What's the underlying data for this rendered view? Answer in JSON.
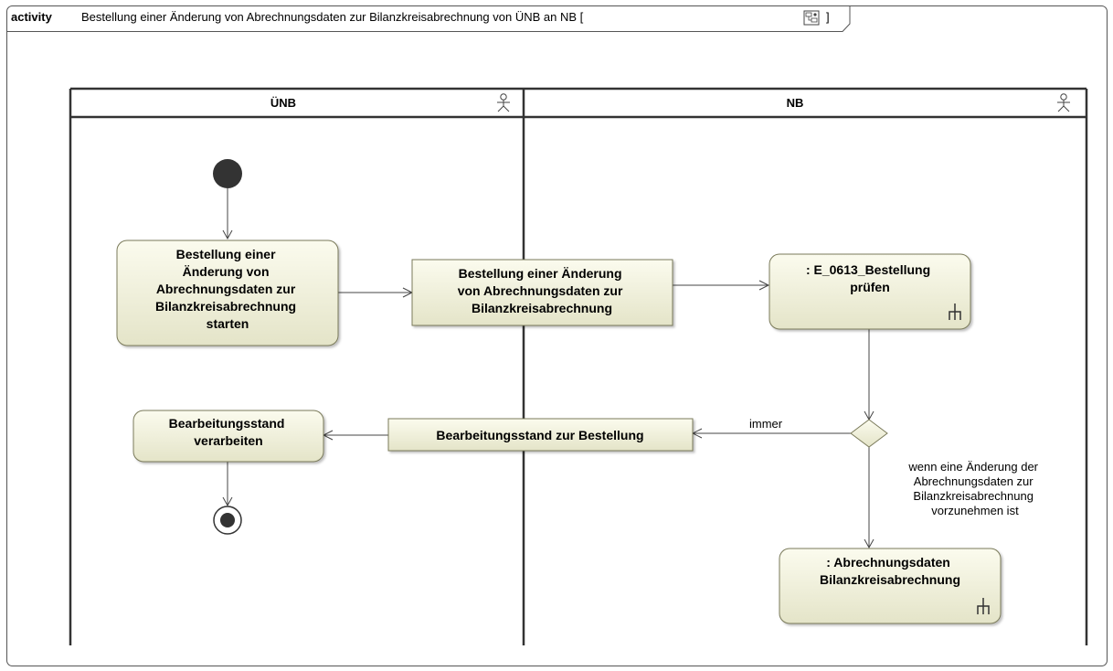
{
  "frame": {
    "keyword": "activity",
    "title": "Bestellung einer Änderung von Abrechnungsdaten zur Bilanzkreisabrechnung von ÜNB an NB [",
    "title_end": "]",
    "diagram_icon": "activity-diagram-icon"
  },
  "lanes": [
    {
      "name": "ÜNB",
      "icon": "actor-icon"
    },
    {
      "name": "NB",
      "icon": "actor-icon"
    }
  ],
  "nodes": {
    "start_action": [
      "Bestellung einer",
      "Änderung von",
      "Abrechnungsdaten zur",
      "Bilanzkreisabrechnung",
      "starten"
    ],
    "object_order": [
      "Bestellung einer Änderung",
      "von Abrechnungsdaten zur",
      "Bilanzkreisabrechnung"
    ],
    "check_action": [
      ": E_0613_Bestellung",
      "prüfen"
    ],
    "status_object": [
      "Bearbeitungsstand zur Bestellung"
    ],
    "process_action": [
      "Bearbeitungsstand",
      "verarbeiten"
    ],
    "billing_action": [
      ": Abrechnungsdaten",
      "Bilanzkreisabrechnung"
    ]
  },
  "guards": {
    "always": "immer",
    "change": [
      "wenn eine Änderung der",
      "Abrechnungsdaten zur",
      "Bilanzkreisabrechnung",
      "vorzunehmen ist"
    ]
  },
  "colors": {
    "node_fill_top": "#fbfbee",
    "node_fill_bottom": "#e2e2c4",
    "node_stroke": "#7a7a5a",
    "line": "#333333",
    "initial_node": "#333333"
  }
}
